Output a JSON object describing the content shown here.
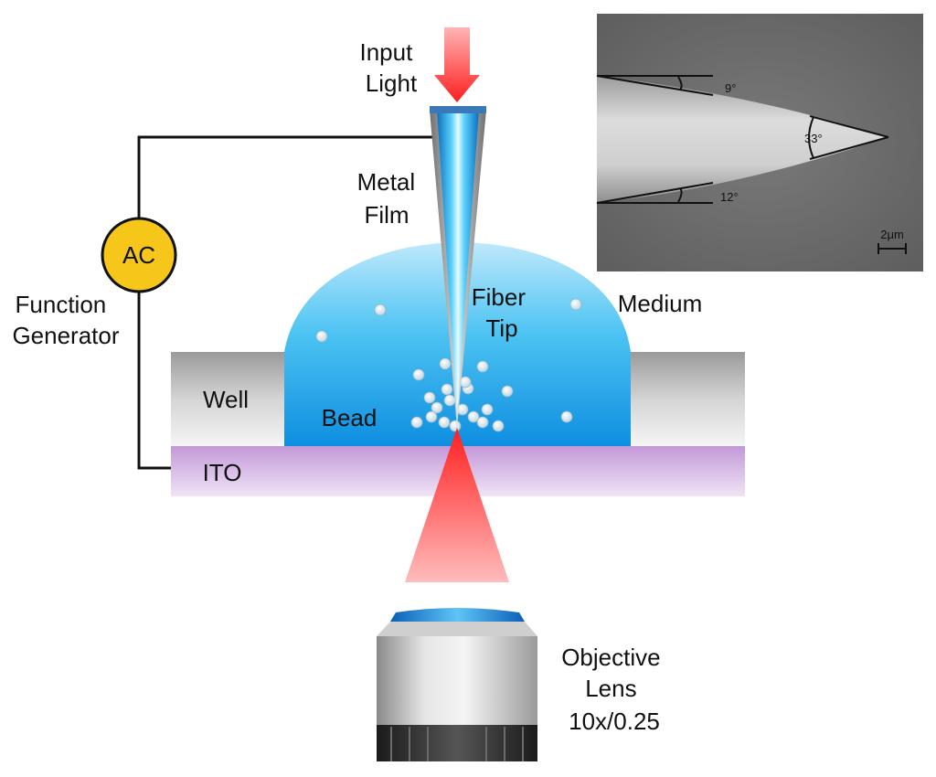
{
  "labels": {
    "input_light": [
      "Input",
      "Light"
    ],
    "metal_film": [
      "Metal",
      "Film"
    ],
    "fiber_tip": [
      "Fiber",
      "Tip"
    ],
    "medium": "Medium",
    "function_generator": [
      "Function",
      "Generator"
    ],
    "ac": "AC",
    "well": "Well",
    "bead": "Bead",
    "ito": "ITO",
    "objective_lens": [
      "Objective",
      "Lens",
      "10x/0.25"
    ]
  },
  "sem_inset": {
    "angle_top": "9°",
    "angle_tip": "33°",
    "angle_bottom": "12°",
    "scale_bar": "2μm"
  },
  "colors": {
    "laser_red": "#ff2a2a",
    "medium_blue": "#1aa0e8",
    "ac_yellow": "#f6c61b",
    "ito_purple": "#c9a2db",
    "well_gray": "#a8a8a8",
    "sem_background": "#6e6e6e"
  },
  "icons": {
    "light_arrow": "down-arrow-icon",
    "function_generator": "ac-source-icon"
  }
}
